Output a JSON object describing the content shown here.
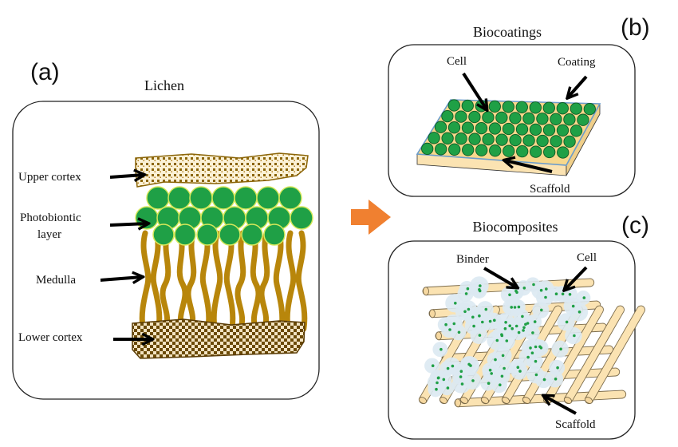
{
  "panel_a": {
    "letter": "(a)",
    "title": "Lichen",
    "labels": {
      "upper_cortex": "Upper cortex",
      "photobiontic_1": "Photobiontic",
      "photobiontic_2": "layer",
      "medulla": "Medulla",
      "lower_cortex": "Lower cortex"
    }
  },
  "panel_b": {
    "letter": "(b)",
    "title": "Biocoatings",
    "labels": {
      "cell": "Cell",
      "coating": "Coating",
      "scaffold": "Scaffold"
    }
  },
  "panel_c": {
    "letter": "(c)",
    "title": "Biocomposites",
    "labels": {
      "binder": "Binder",
      "cell": "Cell",
      "scaffold": "Scaffold"
    }
  },
  "colors": {
    "cell_green": "#1fa046",
    "cell_edge": "#d6e85a",
    "hyphae": "#b8860b",
    "cortex": "#8b6508",
    "scaffold": "#fbe3b2",
    "binder": "#dce9f2",
    "transition_arrow": "#f08030"
  }
}
